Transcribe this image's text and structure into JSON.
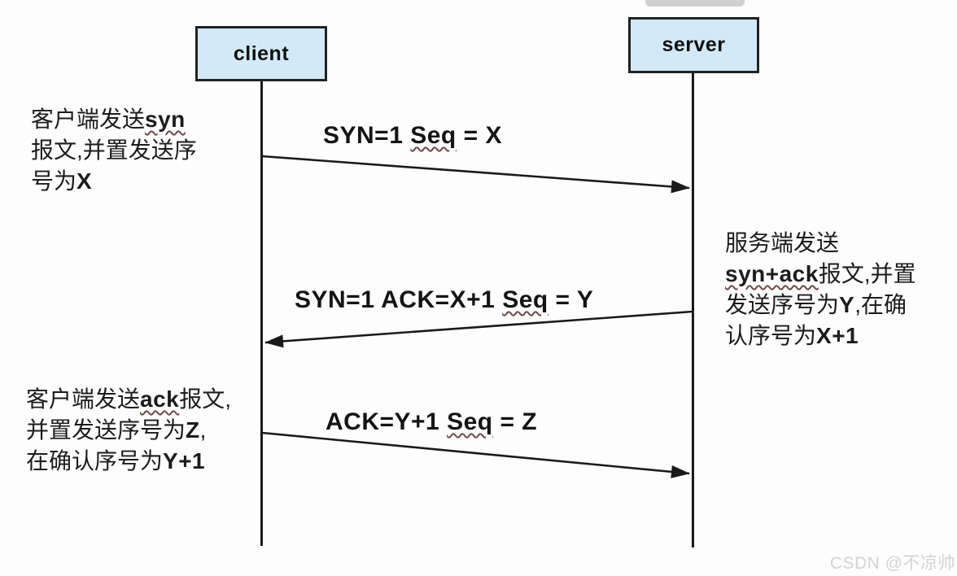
{
  "diagram_title": "TCP three-way handshake sequence diagram",
  "actors": {
    "client": "client",
    "server": "server"
  },
  "messages": [
    {
      "name": "syn",
      "direction": "client-to-server",
      "segments": [
        {
          "t": "SYN=1  "
        },
        {
          "t": "Seq",
          "wavy": true
        },
        {
          "t": " = X"
        }
      ]
    },
    {
      "name": "syn-ack",
      "direction": "server-to-client",
      "segments": [
        {
          "t": "SYN=1  ACK=X+1 "
        },
        {
          "t": "Seq",
          "wavy": true
        },
        {
          "t": " = Y"
        }
      ]
    },
    {
      "name": "ack",
      "direction": "client-to-server",
      "segments": [
        {
          "t": "ACK=Y+1 "
        },
        {
          "t": "Seq",
          "wavy": true
        },
        {
          "t": " = Z"
        }
      ]
    }
  ],
  "annotations": [
    {
      "name": "client-syn-note",
      "lines": [
        [
          {
            "t": "客户端发送"
          },
          {
            "t": "syn",
            "latin": true,
            "wavy": true
          }
        ],
        [
          {
            "t": "报文,并置发送序"
          }
        ],
        [
          {
            "t": "号为"
          },
          {
            "t": "X",
            "latin": true
          }
        ]
      ]
    },
    {
      "name": "server-synack-note",
      "lines": [
        [
          {
            "t": "服务端发送"
          }
        ],
        [
          {
            "t": "syn+ack",
            "latin": true,
            "wavy": true
          },
          {
            "t": "报文,并置"
          }
        ],
        [
          {
            "t": "发送序号为"
          },
          {
            "t": "Y",
            "latin": true
          },
          {
            "t": ",在确"
          }
        ],
        [
          {
            "t": "认序号为"
          },
          {
            "t": "X+1",
            "latin": true
          }
        ]
      ]
    },
    {
      "name": "client-ack-note",
      "lines": [
        [
          {
            "t": "客户端发送"
          },
          {
            "t": "ack",
            "latin": true,
            "wavy": true
          },
          {
            "t": "报文,"
          }
        ],
        [
          {
            "t": "并置发送序号为"
          },
          {
            "t": "Z",
            "latin": true
          },
          {
            "t": ","
          }
        ],
        [
          {
            "t": "在确认序号为"
          },
          {
            "t": "Y+1",
            "latin": true
          }
        ]
      ]
    }
  ],
  "watermark": "CSDN @不凉帅",
  "colors": {
    "bg_color": "#fdfdfd",
    "box_fill": "#d3e9f8",
    "box_border": "#222222",
    "line_color": "#1a1a1a",
    "watermark_color": "#d3d3d3"
  }
}
